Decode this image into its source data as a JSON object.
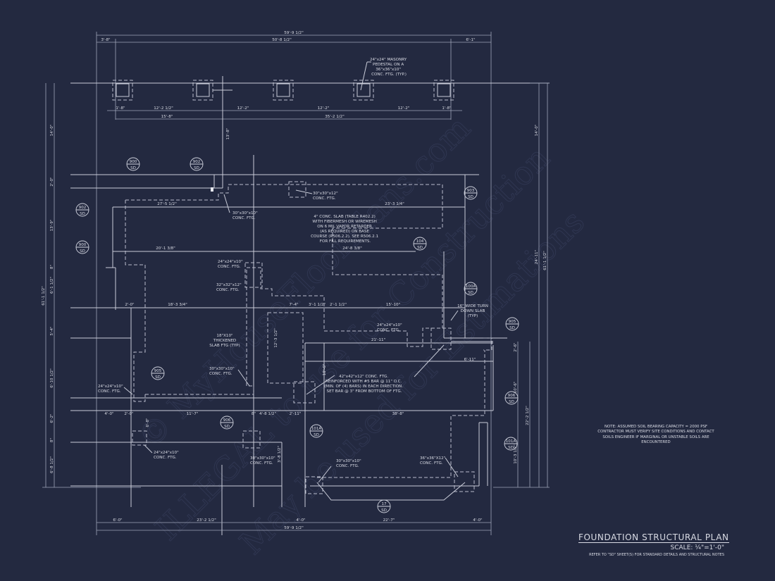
{
  "title_block": {
    "title": "FOUNDATION STRUCTURAL PLAN",
    "scale": "SCALE: ¼\"=1'-0\"",
    "refer_note": "REFER TO \"SD\" SHEET(S) FOR STANDARD DETAILS AND STRUCTURAL NOTES"
  },
  "general_note": "NOTE: ASSUMED SOIL BEARING CAPACITY = 2000 PSF CONTRACTOR MUST VERIFY SITE CONDITIONS AND CONTACT SOILS ENGINEER IF MARGINAL OR UNSTABLE SOILS ARE ENCOUNTERED",
  "watermark": {
    "line1": "© MyHouseFloorPlans.com",
    "line2": "ILLEGAL to use for Construction",
    "line3": "May be used for Estimations"
  },
  "dimensions": {
    "top_overall": "59'-9 1/2\"",
    "top_left": "3'-8\"",
    "top_mid": "50'-8 1/2\"",
    "top_right": "6'-1\"",
    "pedestal_row": [
      "1'-8\"",
      "12'-2 1/2\"",
      "12'-2\"",
      "12'-2\"",
      "12'-2\"",
      "1'-8\""
    ],
    "pedestal_sub": [
      "15'-8\"",
      "35'-2 1/2\""
    ],
    "bottom_row": [
      "6'-0\"",
      "23'-2 1/2\"",
      "4'-0\"",
      "22'-7\"",
      "4'-0\""
    ],
    "bottom_overall": "59'-9 1/2\"",
    "left_outer": "61'-1 1/2\"",
    "left_segments": [
      "14'-0\"",
      "2'-0\"",
      "13'-9\"",
      "8\"",
      "6'-1 1/2\"",
      "5'-4\"",
      "6'-10 1/2\"",
      "6'-2\"",
      "8\"",
      "6'-8 1/2\""
    ],
    "right_outer": "61'-1 1/2\"",
    "right_segments": [
      "14'-0\"",
      "24'-11\"",
      "22'-2 1/2\""
    ],
    "right_inner": [
      "2'-6\"",
      "10'-6\"",
      "10'-3 1/2\""
    ],
    "interior": {
      "d1": "27'-5 1/2\"",
      "d2": "23'-3 1/4\"",
      "d3": "20'-1 3/8\"",
      "d4": "24'-8 3/8\"",
      "d5": "18'-3 3/4\"",
      "d6": "7'-4\"",
      "d7": "3'-1 1/2\"",
      "d8": "2'-1 1/2\"",
      "d9": "15'-10\"",
      "d10": "2'-0\"",
      "d11": "21'-11\"",
      "d12": "6'-11\"",
      "d13": "11'-7\"",
      "d14": "4'-0\"",
      "d15": "2'-0\"",
      "d16": "4'-8 1/2\"",
      "d17": "2'-11\"",
      "d18": "38'-8\"",
      "d19": "8\"",
      "d20": "12'-3 1/2\"",
      "d21": "13'-8\"",
      "d22": "3'-8 1/2\"",
      "d23": "6'-8\"",
      "d24": "10'-6\""
    }
  },
  "callouts": {
    "pedestal": "24\"x24\" MASONRY PEDESTAL ON A 36\"x36\"x10\" CONC. FTG. (TYP.)",
    "ftg_30x30x12": "30\"x30\"x12\" CONC. FTG.",
    "ftg_30x30x10_a": "30\"x30\"x10\" CONC. FTG.",
    "slab": "4\" CONC. SLAB (TABLE R402.2) WITH FIBERMESH OR WIREMESH ON 6 MIL VAPOR RETARDER (AS REQUIRED) ON BASE COURSE (R506.2.2). SEE R506.2.1 FOR FILL REQUIREMENTS.",
    "ftg_24x24x10_a": "24\"x24\"x10\" CONC. FTG.",
    "ftg_32x32x12": "32\"x32\"x12\" CONC. FTG.",
    "turn_down": "16\" WIDE TURN DOWN SLAB (TYP)",
    "ftg_24x24x10_b": "24\"x24\"x10\" CONC. FTG.",
    "thickened": "18\"X10\" THICKENED SLAB FTG (TYP)",
    "ftg_30x30x10_b": "30\"x30\"x10\" CONC. FTG.",
    "ftg_42": "42\"x42\"x12\" CONC. FTG. REINFORCED WITH #5 BAR @ 11\" O.C. (MIN. OF (4) BARS) IN EACH DIRECTION. SET BAR @ 3\" FROM BOTTOM OF FTG.",
    "ftg_24x24x10_c": "24\"x24\"x10\" CONC. FTG.",
    "ftg_24x24x10_d": "24\"x24\"x10\" CONC. FTG.",
    "ftg_30x30x10_c": "30\"x30\"x10\" CONC. FTG.",
    "ftg_30x30x10_d": "30\"x30\"x10\" CONC. FTG.",
    "ftg_36x36x12": "36\"x36\"x12\" CONC. FTG."
  },
  "detail_bubbles": [
    {
      "top": "900",
      "bottom": "SD"
    },
    {
      "top": "902",
      "bottom": "SD"
    },
    {
      "top": "902",
      "bottom": "SD"
    },
    {
      "top": "900",
      "bottom": "SD"
    },
    {
      "top": "903",
      "bottom": "SD"
    },
    {
      "top": "104",
      "bottom": "SD"
    },
    {
      "top": "100A",
      "bottom": "SD"
    },
    {
      "top": "905",
      "bottom": "SD"
    },
    {
      "top": "905",
      "bottom": "SD"
    },
    {
      "top": "906",
      "bottom": "SD"
    },
    {
      "top": "906",
      "bottom": "SD"
    },
    {
      "top": "101A",
      "bottom": "SD"
    },
    {
      "top": "101A",
      "bottom": "SD"
    },
    {
      "top": "17",
      "bottom": "SD"
    }
  ]
}
